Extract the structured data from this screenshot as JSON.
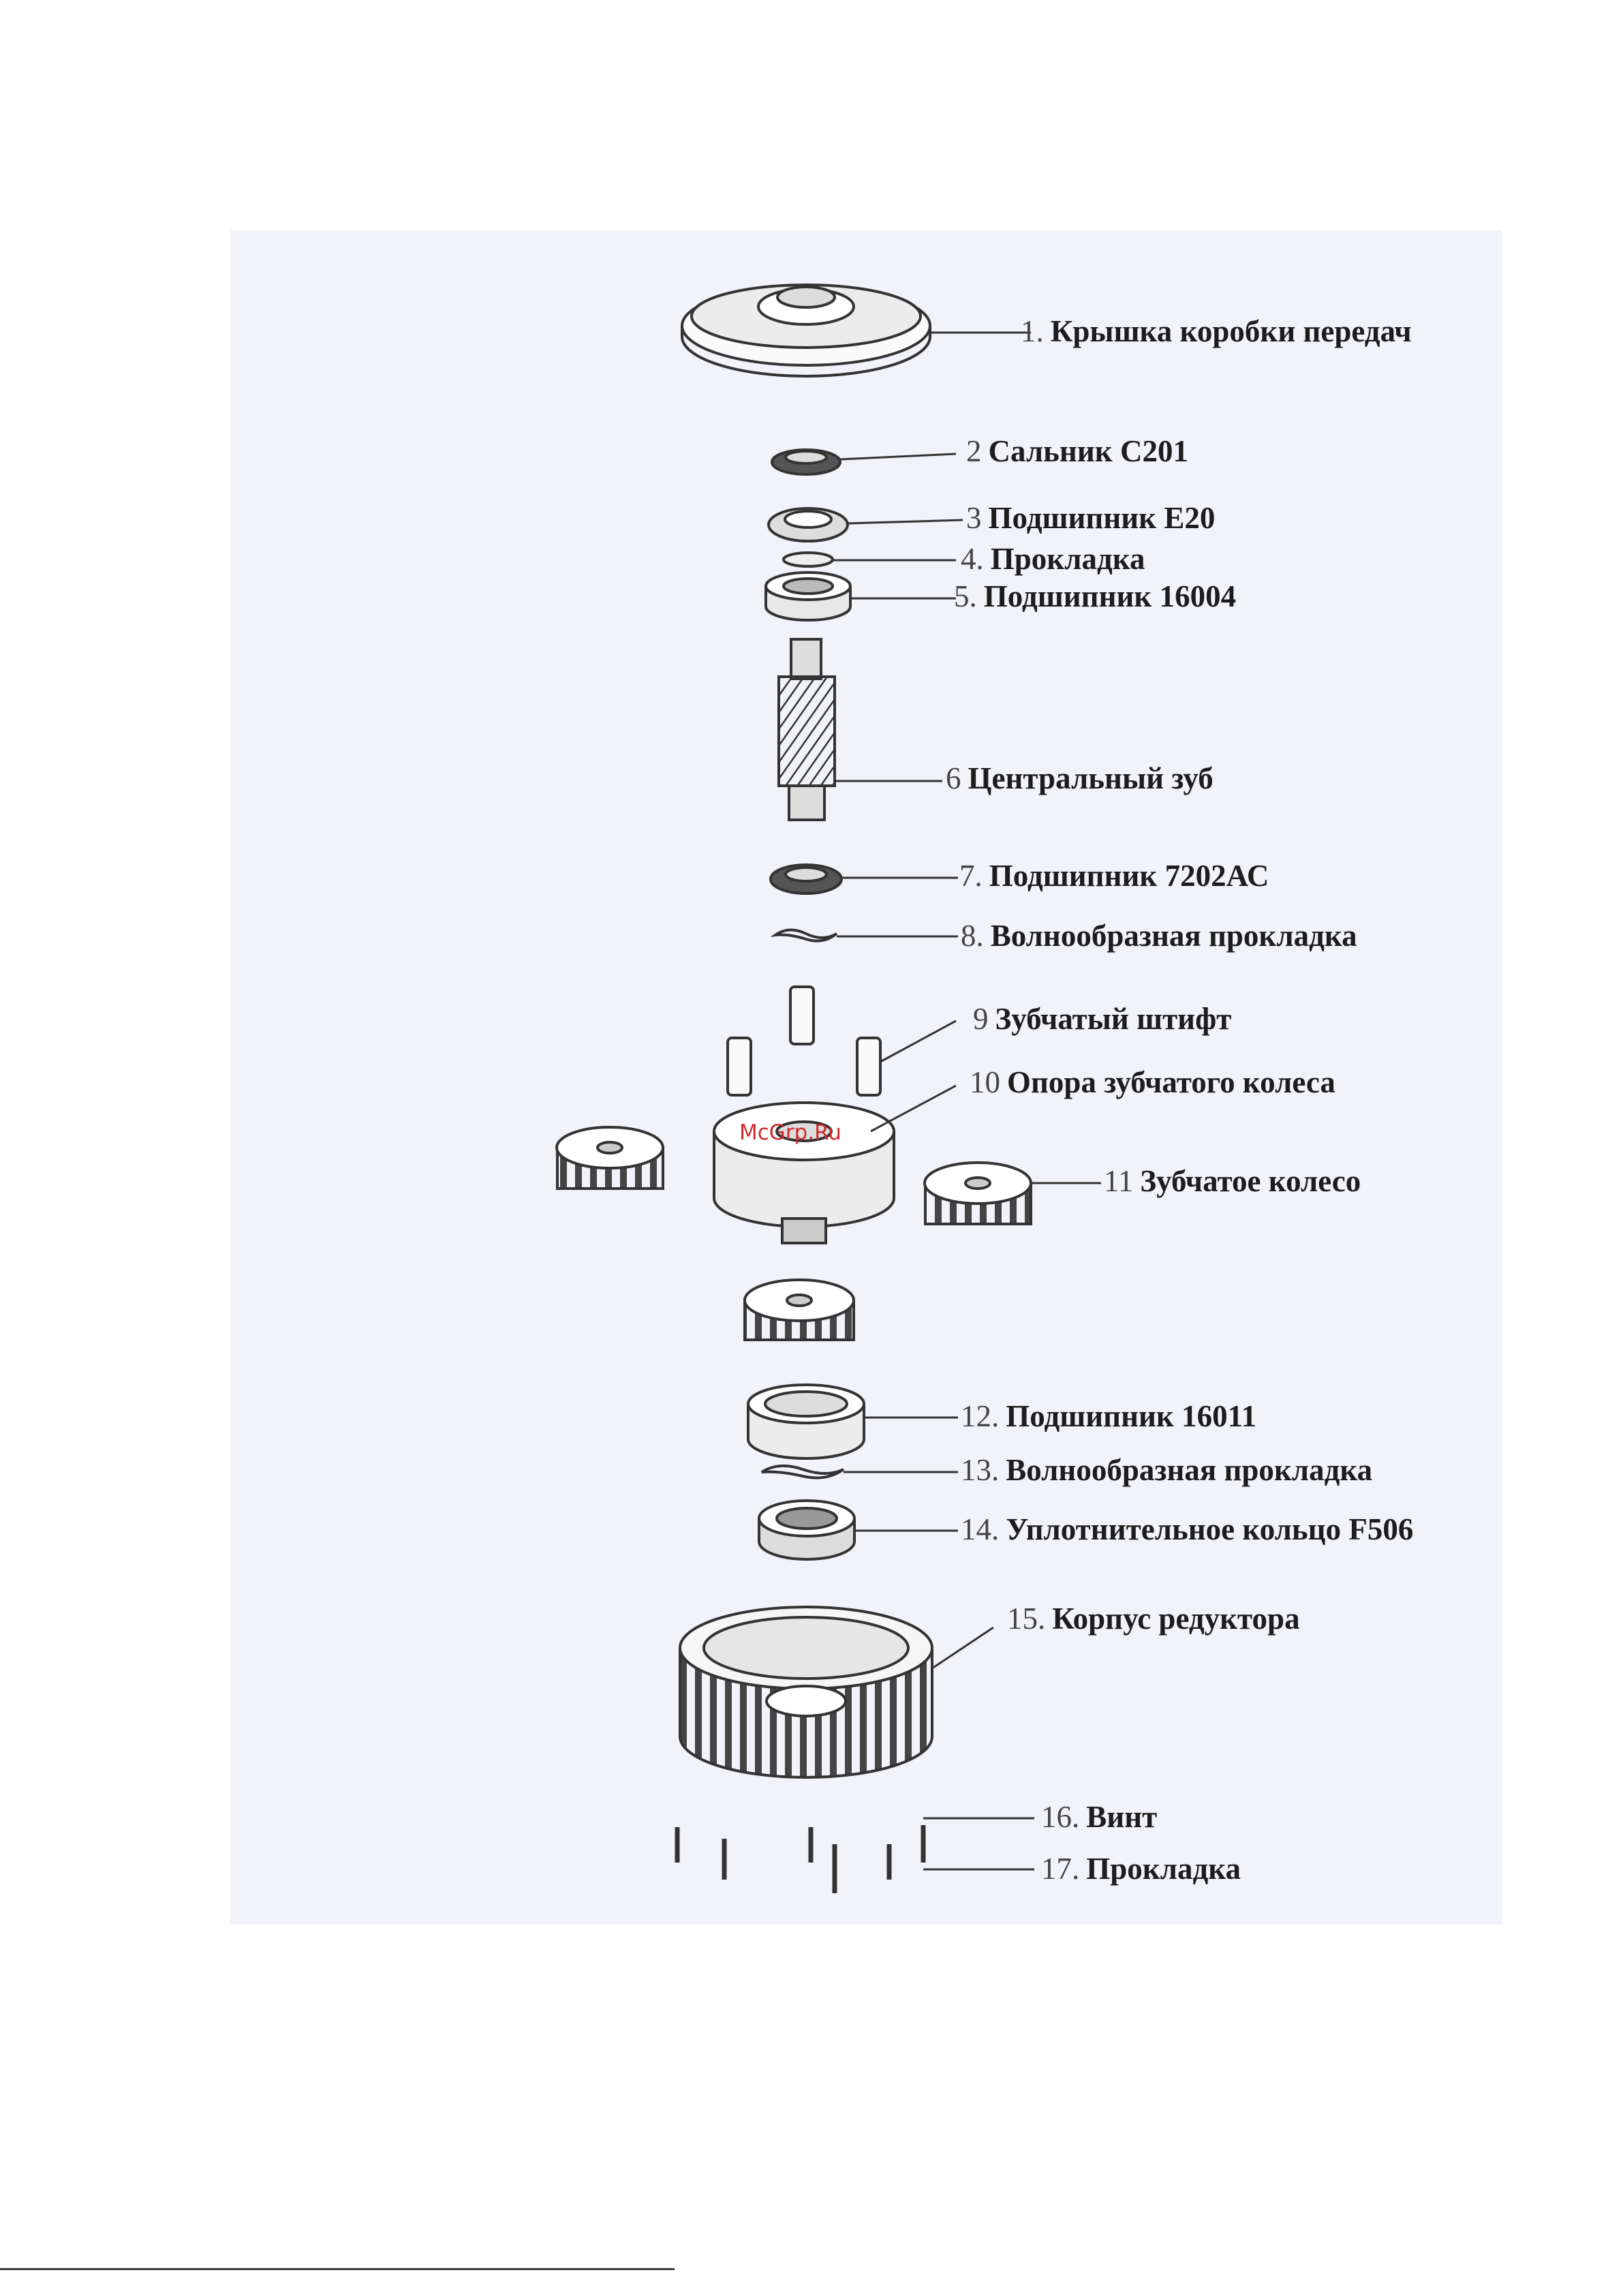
{
  "watermark": "McGrp.Ru",
  "colors": {
    "panel": "#f1f3f8",
    "line": "#333333",
    "text": "#1d1d1d",
    "watermark": "#cf2a2a"
  },
  "parts": [
    {
      "num": "1.",
      "label": "Крышка коробки передач"
    },
    {
      "num": "2",
      "label": "Сальник С201"
    },
    {
      "num": "3",
      "label": "Подшипник Е20"
    },
    {
      "num": "4.",
      "label": "Прокладка"
    },
    {
      "num": "5.",
      "label": "Подшипник 16004"
    },
    {
      "num": "6",
      "label": "Центральный зуб"
    },
    {
      "num": "7.",
      "label": "Подшипник 7202АС"
    },
    {
      "num": "8.",
      "label": "Волнообразная прокладка"
    },
    {
      "num": "9",
      "label": "Зубчатый штифт"
    },
    {
      "num": "10",
      "label": "Опора зубчатого колеса"
    },
    {
      "num": "11",
      "label": "Зубчатое колесо"
    },
    {
      "num": "12.",
      "label": "Подшипник 16011"
    },
    {
      "num": "13.",
      "label": "Волнообразная прокладка"
    },
    {
      "num": "14.",
      "label": "Уплотнительное кольцо F506"
    },
    {
      "num": "15.",
      "label": "Корпус редуктора"
    },
    {
      "num": "16.",
      "label": "Винт"
    },
    {
      "num": "17.",
      "label": "Прокладка"
    }
  ]
}
